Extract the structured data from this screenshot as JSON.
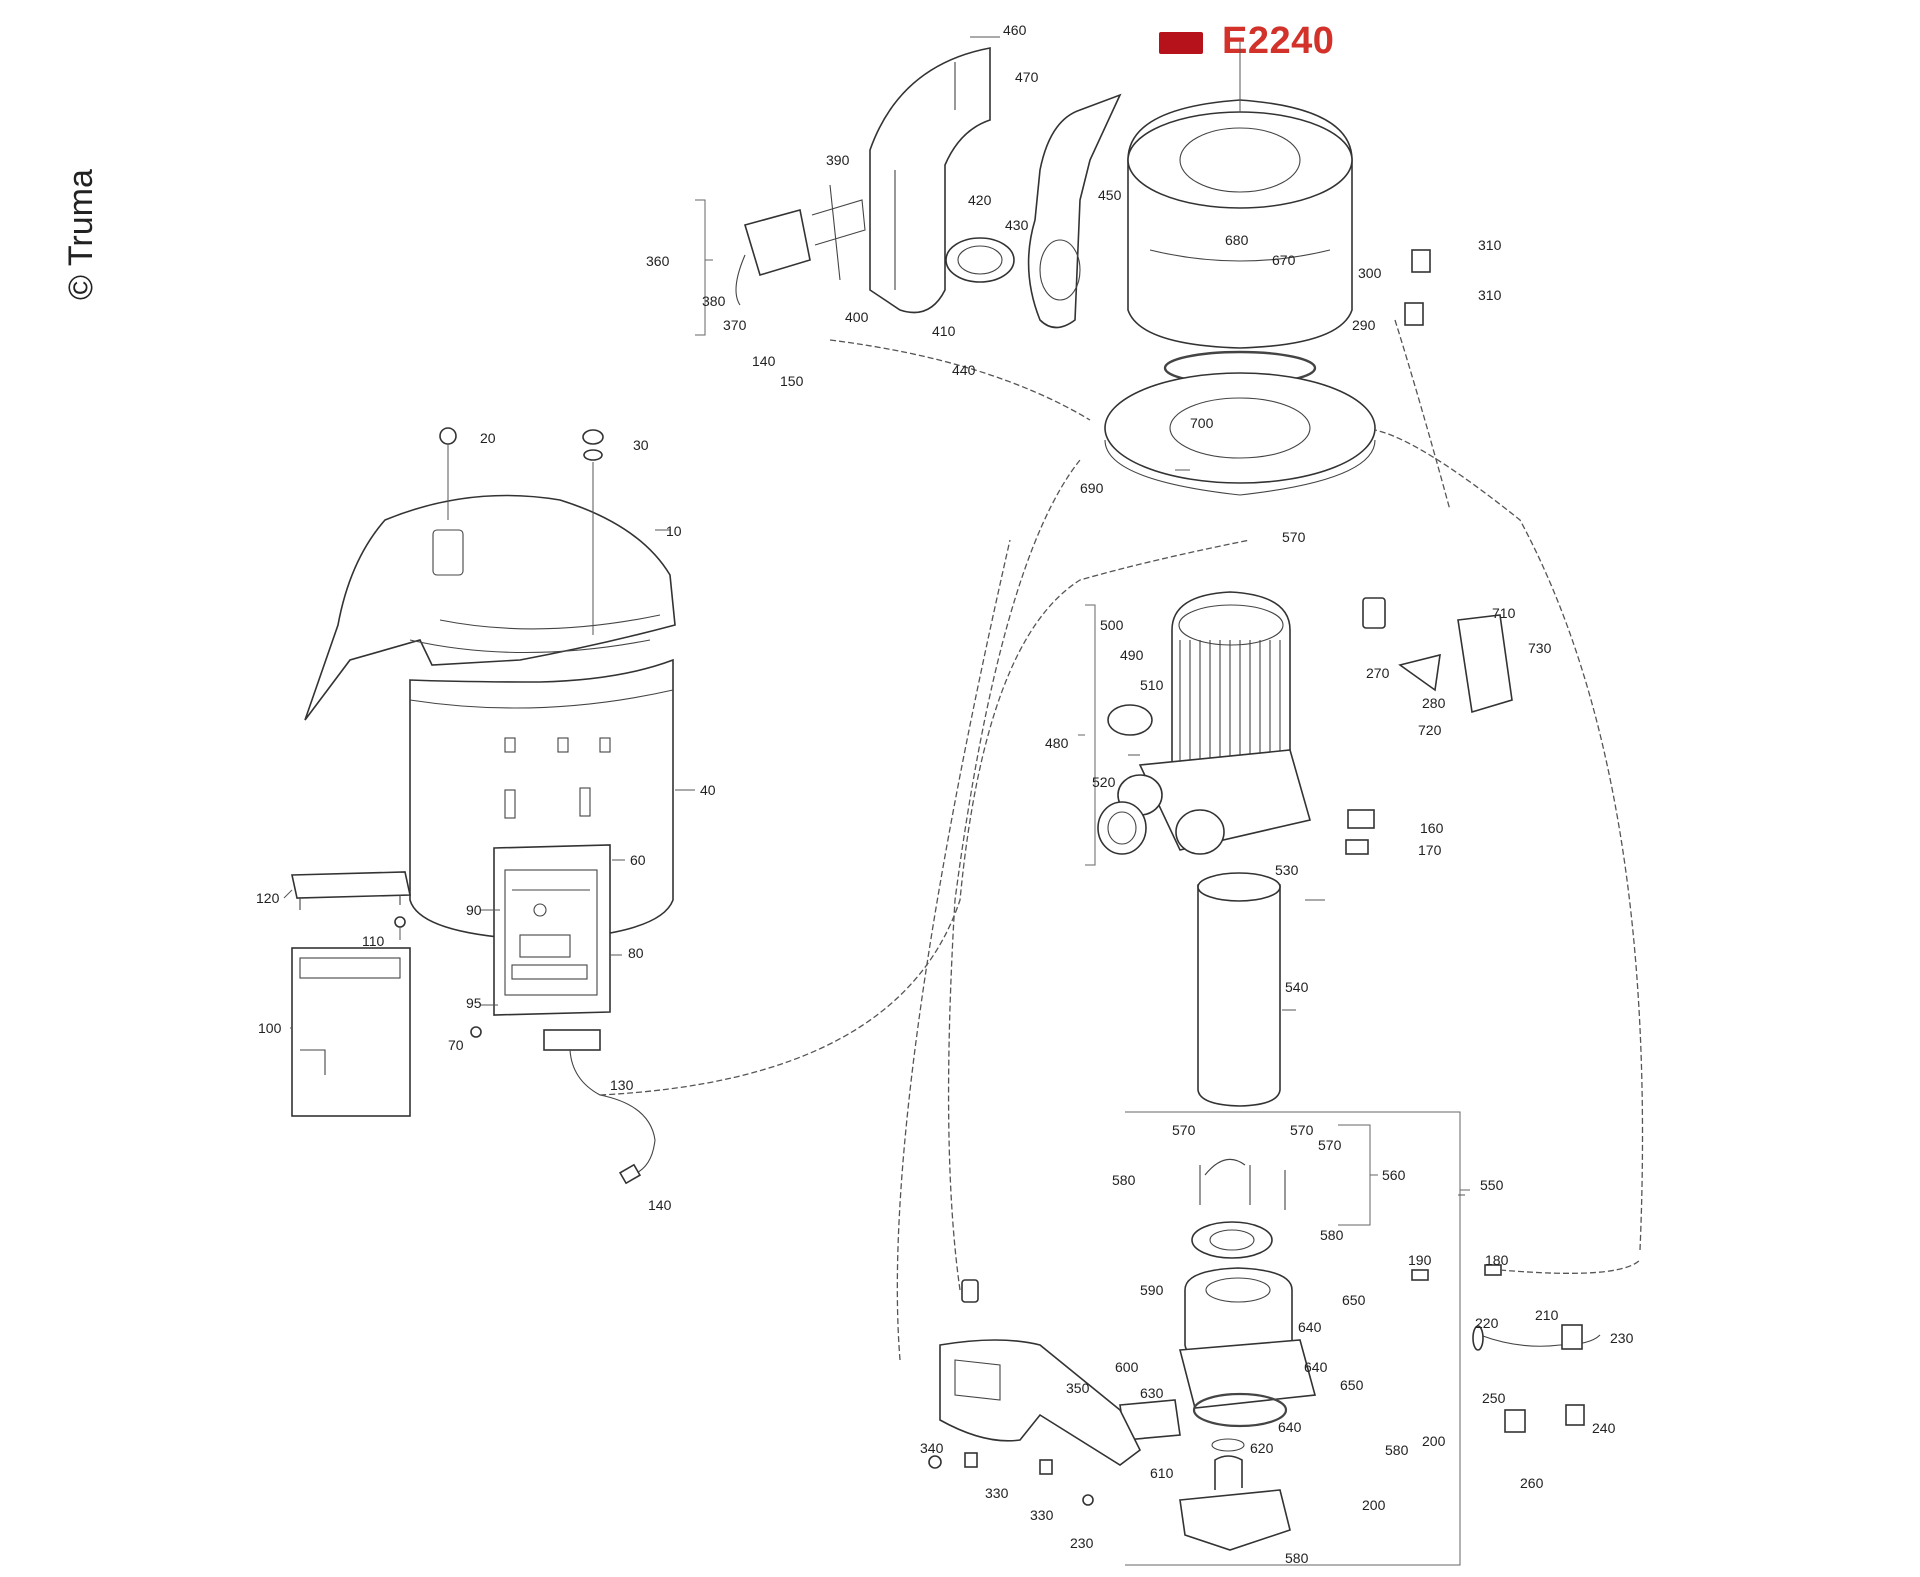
{
  "copyright": "© Truma",
  "model": {
    "badge_text": "",
    "title": "E2240",
    "color": "#d2322a",
    "badge_color": "#b5121b"
  },
  "labels": {
    "p10": "10",
    "p20": "20",
    "p30": "30",
    "p40": "40",
    "p60": "60",
    "p70": "70",
    "p80": "80",
    "p90": "90",
    "p95": "95",
    "p100": "100",
    "p110": "110",
    "p120": "120",
    "p130": "130",
    "p140a": "140",
    "p140b": "140",
    "p150": "150",
    "p160": "160",
    "p170": "170",
    "p180": "180",
    "p190": "190",
    "p200a": "200",
    "p200b": "200",
    "p210": "210",
    "p220": "220",
    "p230a": "230",
    "p230b": "230",
    "p240": "240",
    "p250": "250",
    "p260": "260",
    "p270": "270",
    "p280": "280",
    "p290": "290",
    "p300": "300",
    "p310a": "310",
    "p310b": "310",
    "p330a": "330",
    "p330b": "330",
    "p340": "340",
    "p350": "350",
    "p360": "360",
    "p370": "370",
    "p380": "380",
    "p390": "390",
    "p400": "400",
    "p410": "410",
    "p420": "420",
    "p430": "430",
    "p440": "440",
    "p450": "450",
    "p460": "460",
    "p470": "470",
    "p480": "480",
    "p490": "490",
    "p500": "500",
    "p510": "510",
    "p520": "520",
    "p530": "530",
    "p540": "540",
    "p550": "550",
    "p560": "560",
    "p570a": "570",
    "p570b": "570",
    "p570c": "570",
    "p570d": "570",
    "p580a": "580",
    "p580b": "580",
    "p580c": "580",
    "p580d": "580",
    "p590": "590",
    "p600": "600",
    "p610": "610",
    "p620": "620",
    "p630": "630",
    "p640a": "640",
    "p640b": "640",
    "p640c": "640",
    "p650a": "650",
    "p650b": "650",
    "p670": "670",
    "p680": "680",
    "p690": "690",
    "p700": "700",
    "p710": "710",
    "p720": "720",
    "p730": "730"
  }
}
